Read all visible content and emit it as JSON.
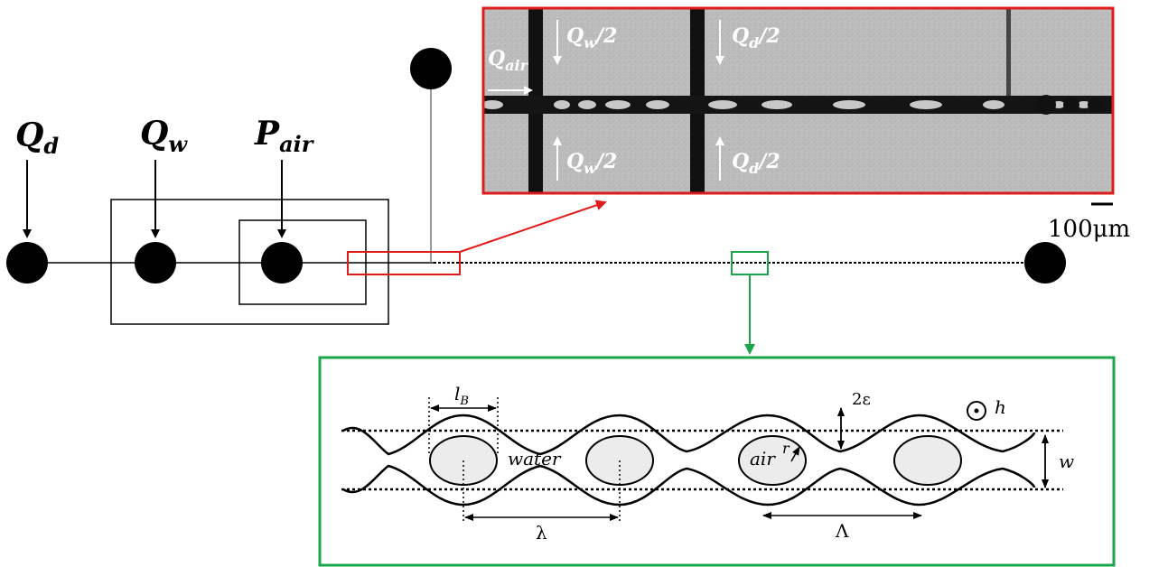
{
  "inputs": {
    "qd": {
      "base": "Q",
      "sub": "d"
    },
    "qw": {
      "base": "Q",
      "sub": "w"
    },
    "pair": {
      "base": "P",
      "sub": "air"
    }
  },
  "micrograph": {
    "qair": {
      "base": "Q",
      "sub": "air"
    },
    "qw_top": {
      "base": "Q",
      "sub": "w",
      "tail": "/2"
    },
    "qd_top": {
      "base": "Q",
      "sub": "d",
      "tail": "/2"
    },
    "qw_bottom": {
      "base": "Q",
      "sub": "w",
      "tail": "/2"
    },
    "qd_bottom": {
      "base": "Q",
      "sub": "d",
      "tail": "/2"
    },
    "scale_bar": "100μm"
  },
  "schematic": {
    "lb": {
      "base": "l",
      "sub": "B"
    },
    "two_eps": "2ε",
    "h": "h",
    "water": "water",
    "air": "air",
    "r": "r",
    "w": "w",
    "lambda": "λ",
    "big_lambda": "Λ"
  },
  "colors": {
    "red_frame": "#e01b1b",
    "green_frame": "#1aa64a",
    "black": "#000000",
    "bubble_fill": "#ececec"
  }
}
